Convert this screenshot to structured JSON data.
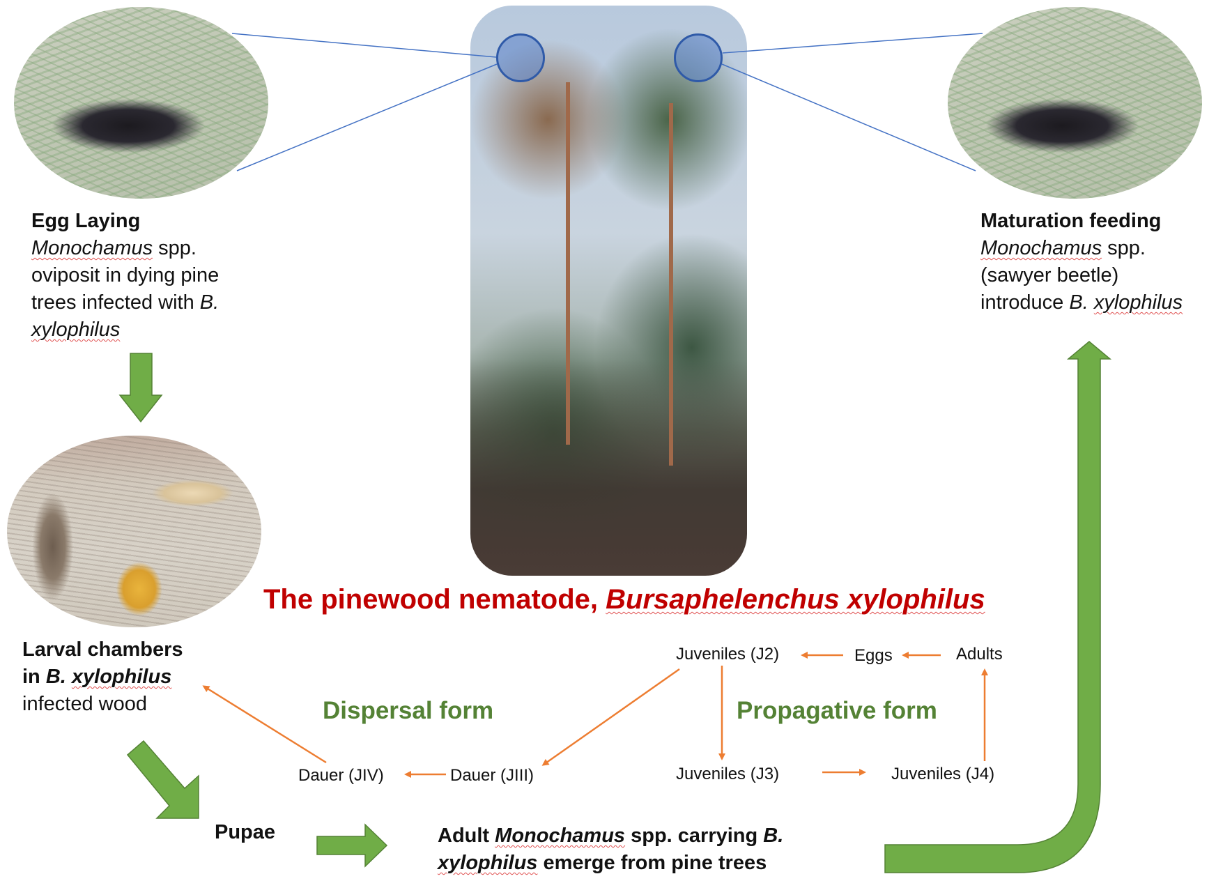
{
  "title": {
    "prefix": "The pinewood nematode, ",
    "species": "Bursaphelenchus xylophilus"
  },
  "egg_laying": {
    "heading": "Egg Laying",
    "genus": "Monochamus",
    "line1_rest": " spp.",
    "line2": "oviposit in dying pine",
    "line3": "trees infected with ",
    "line3_it": "B.",
    "line4_it": "xylophilus"
  },
  "maturation_feeding": {
    "heading": "Maturation feeding",
    "genus": "Monochamus",
    "line1_rest": " spp.",
    "line2": "(sawyer beetle)",
    "line3": "introduce ",
    "line3_it": "B. ",
    "line3_sp": "xylophilus"
  },
  "larval": {
    "line1": "Larval chambers",
    "line2_pre": "in ",
    "line2_it": "B. ",
    "line2_sp": "xylophilus",
    "line3": "infected wood"
  },
  "pupae": {
    "label": "Pupae"
  },
  "adult_emerge": {
    "line1_pre": "Adult ",
    "line1_sp": "Monochamus",
    "line1_rest": " spp. carrying ",
    "line1_it": "B.",
    "line2_sp": "xylophilus",
    "line2_rest": " emerge from pine trees"
  },
  "forms": {
    "dispersal": "Dispersal form",
    "propagative": "Propagative form"
  },
  "nematode_stages": {
    "j2": "Juveniles (J2)",
    "eggs": "Eggs",
    "adults": "Adults",
    "j3": "Juveniles (J3)",
    "j4": "Juveniles (J4)",
    "jiii": "Dauer (JIII)",
    "jiv": "Dauer (JIV)"
  },
  "colors": {
    "title_red": "#c00000",
    "form_green": "#548235",
    "arrow_orange": "#ed7d31",
    "big_arrow_green": "#70ad47",
    "zoom_blue": "#4472c4"
  }
}
